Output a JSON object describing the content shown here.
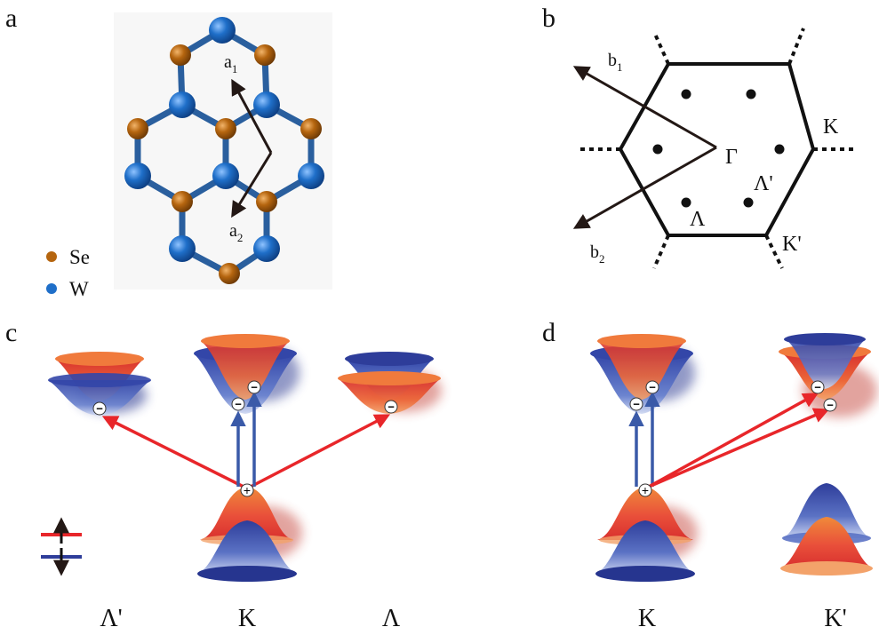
{
  "panels": {
    "a": {
      "letter": "a",
      "vec1": {
        "main": "a",
        "sub": "1"
      },
      "vec2": {
        "main": "a",
        "sub": "2"
      },
      "legend_se": "Se",
      "legend_w": "W",
      "colors": {
        "se": "#b5650f",
        "w": "#1f6fc9",
        "bond": "#2a5f9e"
      }
    },
    "b": {
      "letter": "b",
      "b1": {
        "main": "b",
        "sub": "1"
      },
      "b2": {
        "main": "b",
        "sub": "2"
      },
      "gamma": "Γ",
      "k": "K",
      "kprime": "K'",
      "lambda": "Λ",
      "lambdaprime": "Λ'"
    },
    "c": {
      "letter": "c",
      "xlabels": [
        "Λ'",
        "K",
        "Λ"
      ]
    },
    "d": {
      "letter": "d",
      "xlabels": [
        "K",
        "K'"
      ]
    }
  },
  "symbols": {
    "electron": "−",
    "hole": "+"
  },
  "colors": {
    "red": "#e8262a",
    "blue": "#3a5aa8",
    "arrow_dark": "#231815"
  }
}
